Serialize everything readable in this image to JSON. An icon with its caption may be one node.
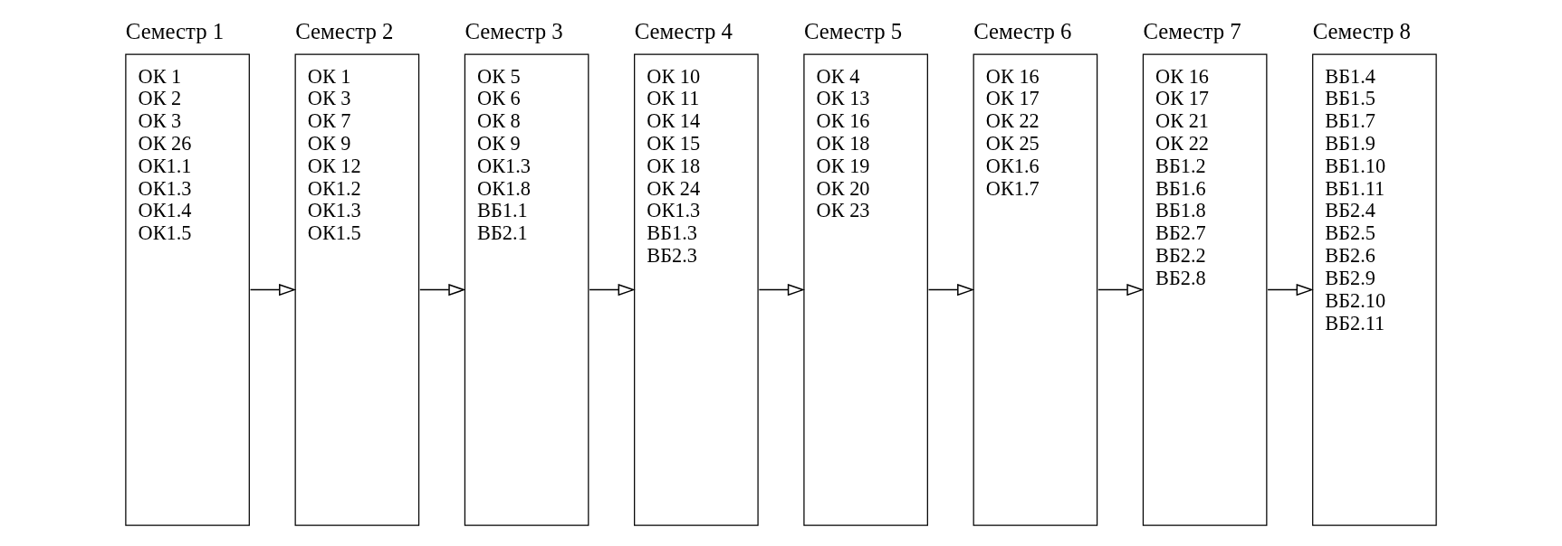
{
  "diagram": {
    "nodes": [
      {
        "text": [
          "Семестр 1",
          "ОК 1",
          "ОК 2",
          "ОК 3",
          "ОК 26",
          "ОК1.1",
          "ОК1.3",
          "ОК1.4",
          "ОК1.5"
        ]
      },
      {
        "text": [
          "Семестр 2",
          "ОК 1",
          "ОК 3",
          "ОК 7",
          "ОК 9",
          "ОК 12",
          "ОК1.2",
          "ОК1.3",
          "ОК1.5"
        ]
      },
      {
        "text": [
          "Семестр 3",
          "ОК 5",
          "ОК 6",
          "ОК 8",
          "ОК 9",
          "ОК1.3",
          "ОК1.8",
          "ВБ1.1",
          "ВБ2.1"
        ]
      },
      {
        "text": [
          "Семестр 4",
          "ОК 10",
          "ОК 11",
          "ОК 14",
          "ОК 15",
          "ОК 18",
          "ОК 24",
          "ОК1.3",
          "ВБ1.3",
          "ВБ2.3"
        ]
      },
      {
        "text": [
          "Семестр 5",
          "ОК 4",
          "ОК 13",
          "ОК 16",
          "ОК 18",
          "ОК 19",
          "ОК 20",
          "ОК 23"
        ]
      },
      {
        "text": [
          "Семестр 6",
          "ОК 16",
          "ОК 17",
          "ОК 22",
          "ОК 25",
          "ОК1.6",
          "ОК1.7"
        ]
      },
      {
        "text": [
          "Семестр 7",
          "ОК 16",
          "ОК 17",
          "ОК 21",
          "ОК 22",
          "ВБ1.2",
          "ВБ1.6",
          "ВБ1.8",
          "ВБ2.7",
          "ВБ2.2",
          "ВБ2.8"
        ]
      },
      {
        "text": [
          "Семестр 8",
          "ВБ1.4",
          "ВБ1.5",
          "ВБ1.7",
          "ВБ1.9",
          "ВБ1.10",
          "ВБ1.11",
          "ВБ2.4",
          "ВБ2.5",
          "ВБ2.6",
          "ВБ2.9",
          "ВБ2.10",
          "ВБ2.11"
        ]
      }
    ],
    "edges": [
      {
        "from": 0,
        "to": 1,
        "arrow": "to"
      },
      {
        "from": 1,
        "to": 2,
        "arrow": "to"
      },
      {
        "from": 2,
        "to": 3,
        "arrow": "to"
      },
      {
        "from": 3,
        "to": 4,
        "arrow": "to"
      },
      {
        "from": 4,
        "to": 5,
        "arrow": "to"
      },
      {
        "from": 5,
        "to": 6,
        "arrow": "to"
      },
      {
        "from": 6,
        "to": 7,
        "arrow": "to"
      }
    ]
  }
}
